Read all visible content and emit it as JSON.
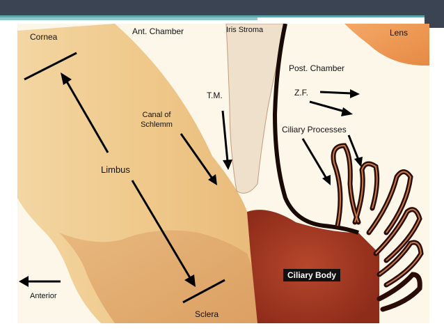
{
  "slide": {
    "header_color": "#3b4452",
    "accent_color": "#5aa6a8"
  },
  "figure": {
    "labels": {
      "cornea": "Cornea",
      "ant_chamber": "Ant. Chamber",
      "iris_stroma": "Iris Stroma",
      "lens": "Lens",
      "post_chamber": "Post. Chamber",
      "tm": "T.M.",
      "zf": "Z.F.",
      "canal": "Canal of Schlemm",
      "ciliary_processes": "Ciliary Processes",
      "limbus": "Limbus",
      "ciliary_body": "Ciliary Body",
      "anterior": "Anterior",
      "sclera": "Sclera"
    }
  }
}
